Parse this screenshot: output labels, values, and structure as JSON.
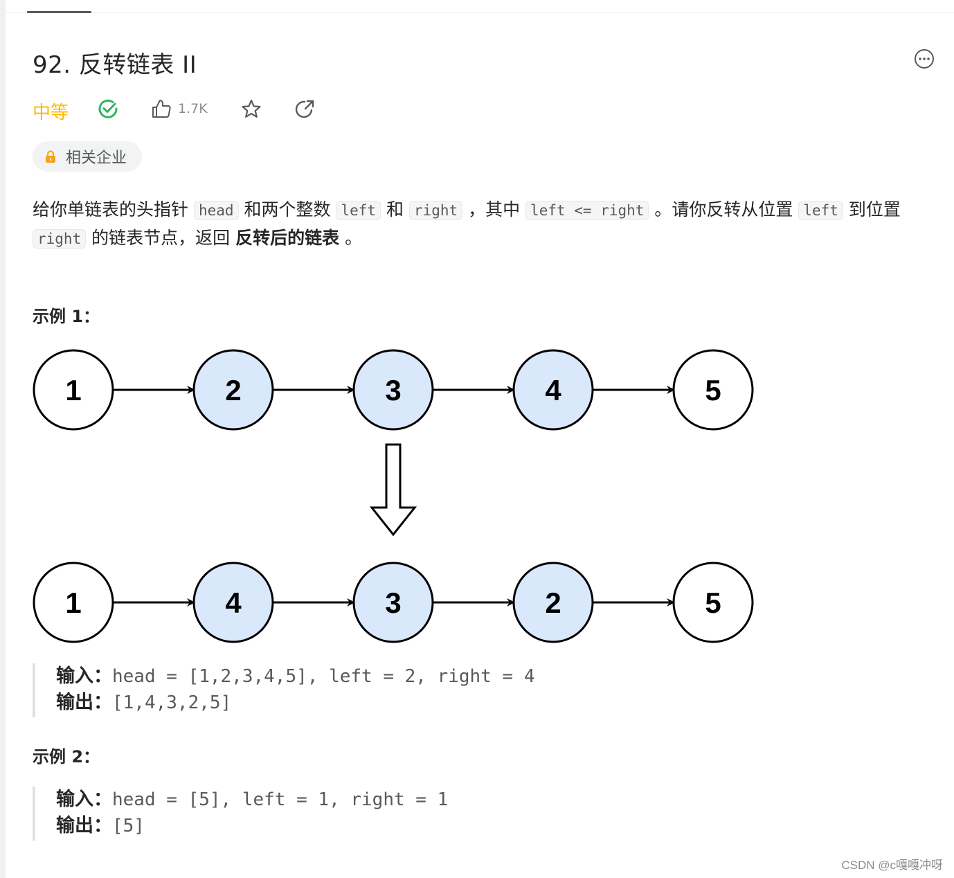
{
  "problem": {
    "title": "92. 反转链表 II",
    "difficulty": "中等",
    "difficulty_color": "#ffb800",
    "likes": "1.7K",
    "company_tag": "相关企业"
  },
  "description": {
    "t1": "给你单链表的头指针 ",
    "c1": "head",
    "t2": " 和两个整数 ",
    "c2": "left",
    "t3": " 和 ",
    "c3": "right",
    "t4": " ，其中 ",
    "c4": "left <= right",
    "t5": " 。请你反转从位置 ",
    "c5": "left",
    "t6": " 到位置 ",
    "c6": "right",
    "t7": " 的链表节点，返回 ",
    "b1": "反转后的链表",
    "t8": " 。"
  },
  "examples": [
    {
      "title": "示例 1：",
      "input_label": "输入：",
      "input": "head = [1,2,3,4,5], left = 2, right = 4",
      "output_label": "输出：",
      "output": "[1,4,3,2,5]"
    },
    {
      "title": "示例 2：",
      "input_label": "输入：",
      "input": "head = [5], left = 1, right = 1",
      "output_label": "输出：",
      "output": "[5]"
    }
  ],
  "diagram": {
    "before": [
      "1",
      "2",
      "3",
      "4",
      "5"
    ],
    "after": [
      "1",
      "4",
      "3",
      "2",
      "5"
    ],
    "highlight_indices": [
      1,
      2,
      3
    ],
    "highlight_color": "#dae8fc",
    "plain_color": "#ffffff"
  },
  "watermark": "CSDN @c嘎嘎冲呀",
  "icons": {
    "more": "more-horizontal-icon",
    "solved": "check-circle-icon",
    "like": "thumbs-up-icon",
    "star": "star-icon",
    "share": "share-icon",
    "lock": "lock-icon"
  }
}
